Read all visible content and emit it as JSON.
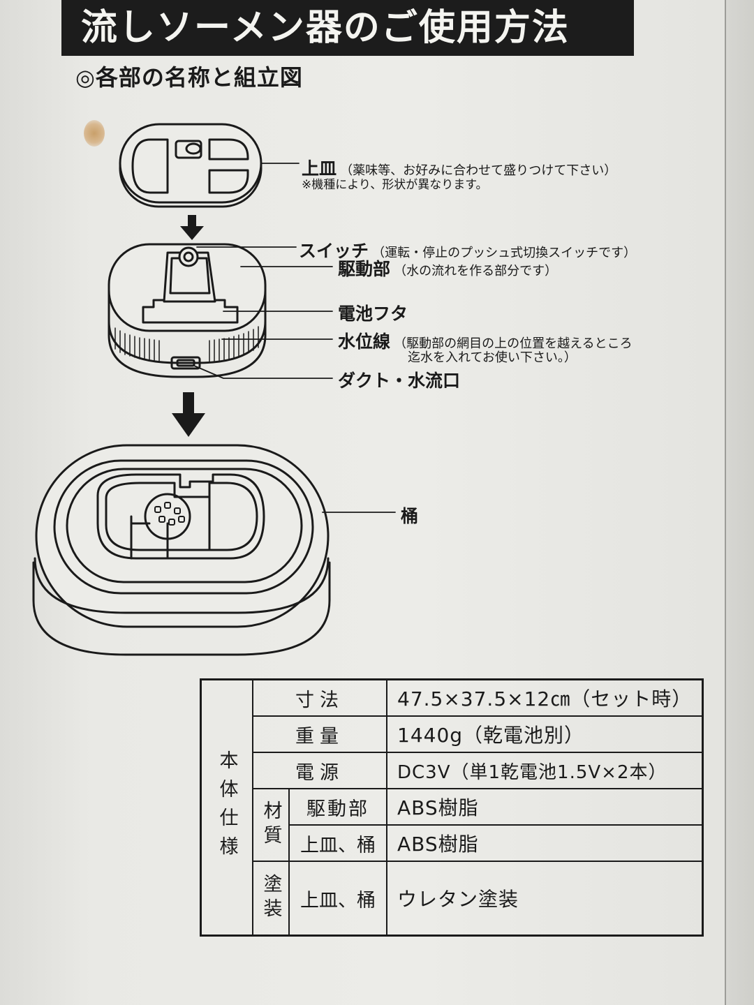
{
  "document": {
    "title": "流しソーメン器のご使用方法",
    "subtitle": "◎各部の名称と組立図"
  },
  "parts": {
    "upper_plate": {
      "name": "上皿",
      "desc": "（薬味等、お好みに合わせて盛りつけて下さい）",
      "note": "※機種により、形状が異なります。"
    },
    "switch": {
      "name": "スイッチ",
      "desc": "（運転・停止のプッシュ式切換スイッチです）"
    },
    "drive_unit": {
      "name": "駆動部",
      "desc": "（水の流れを作る部分です）"
    },
    "battery_cover": {
      "name": "電池フタ"
    },
    "water_level_line": {
      "name": "水位線",
      "desc_line1": "（駆動部の網目の上の位置を越えるところ",
      "desc_line2": "迄水を入れてお使い下さい。）"
    },
    "duct": {
      "name": "ダクト・水流口"
    },
    "tub": {
      "name": "桶"
    }
  },
  "spec_table": {
    "group_label": "本体仕様",
    "rows": {
      "size": {
        "key": "寸法",
        "value": "47.5×37.5×12㎝（セット時）"
      },
      "weight": {
        "key": "重量",
        "value": "1440g（乾電池別）"
      },
      "power": {
        "key": "電源",
        "value": "DC3V（単1乾電池1.5V×2本）"
      },
      "material_label": "材質",
      "material_drive": {
        "key": "駆動部",
        "value": "ABS樹脂"
      },
      "material_plate": {
        "key": "上皿、桶",
        "value": "ABS樹脂"
      },
      "coating_label": "塗装",
      "coating": {
        "key": "上皿、桶",
        "value": "ウレタン塗装"
      }
    }
  }
}
